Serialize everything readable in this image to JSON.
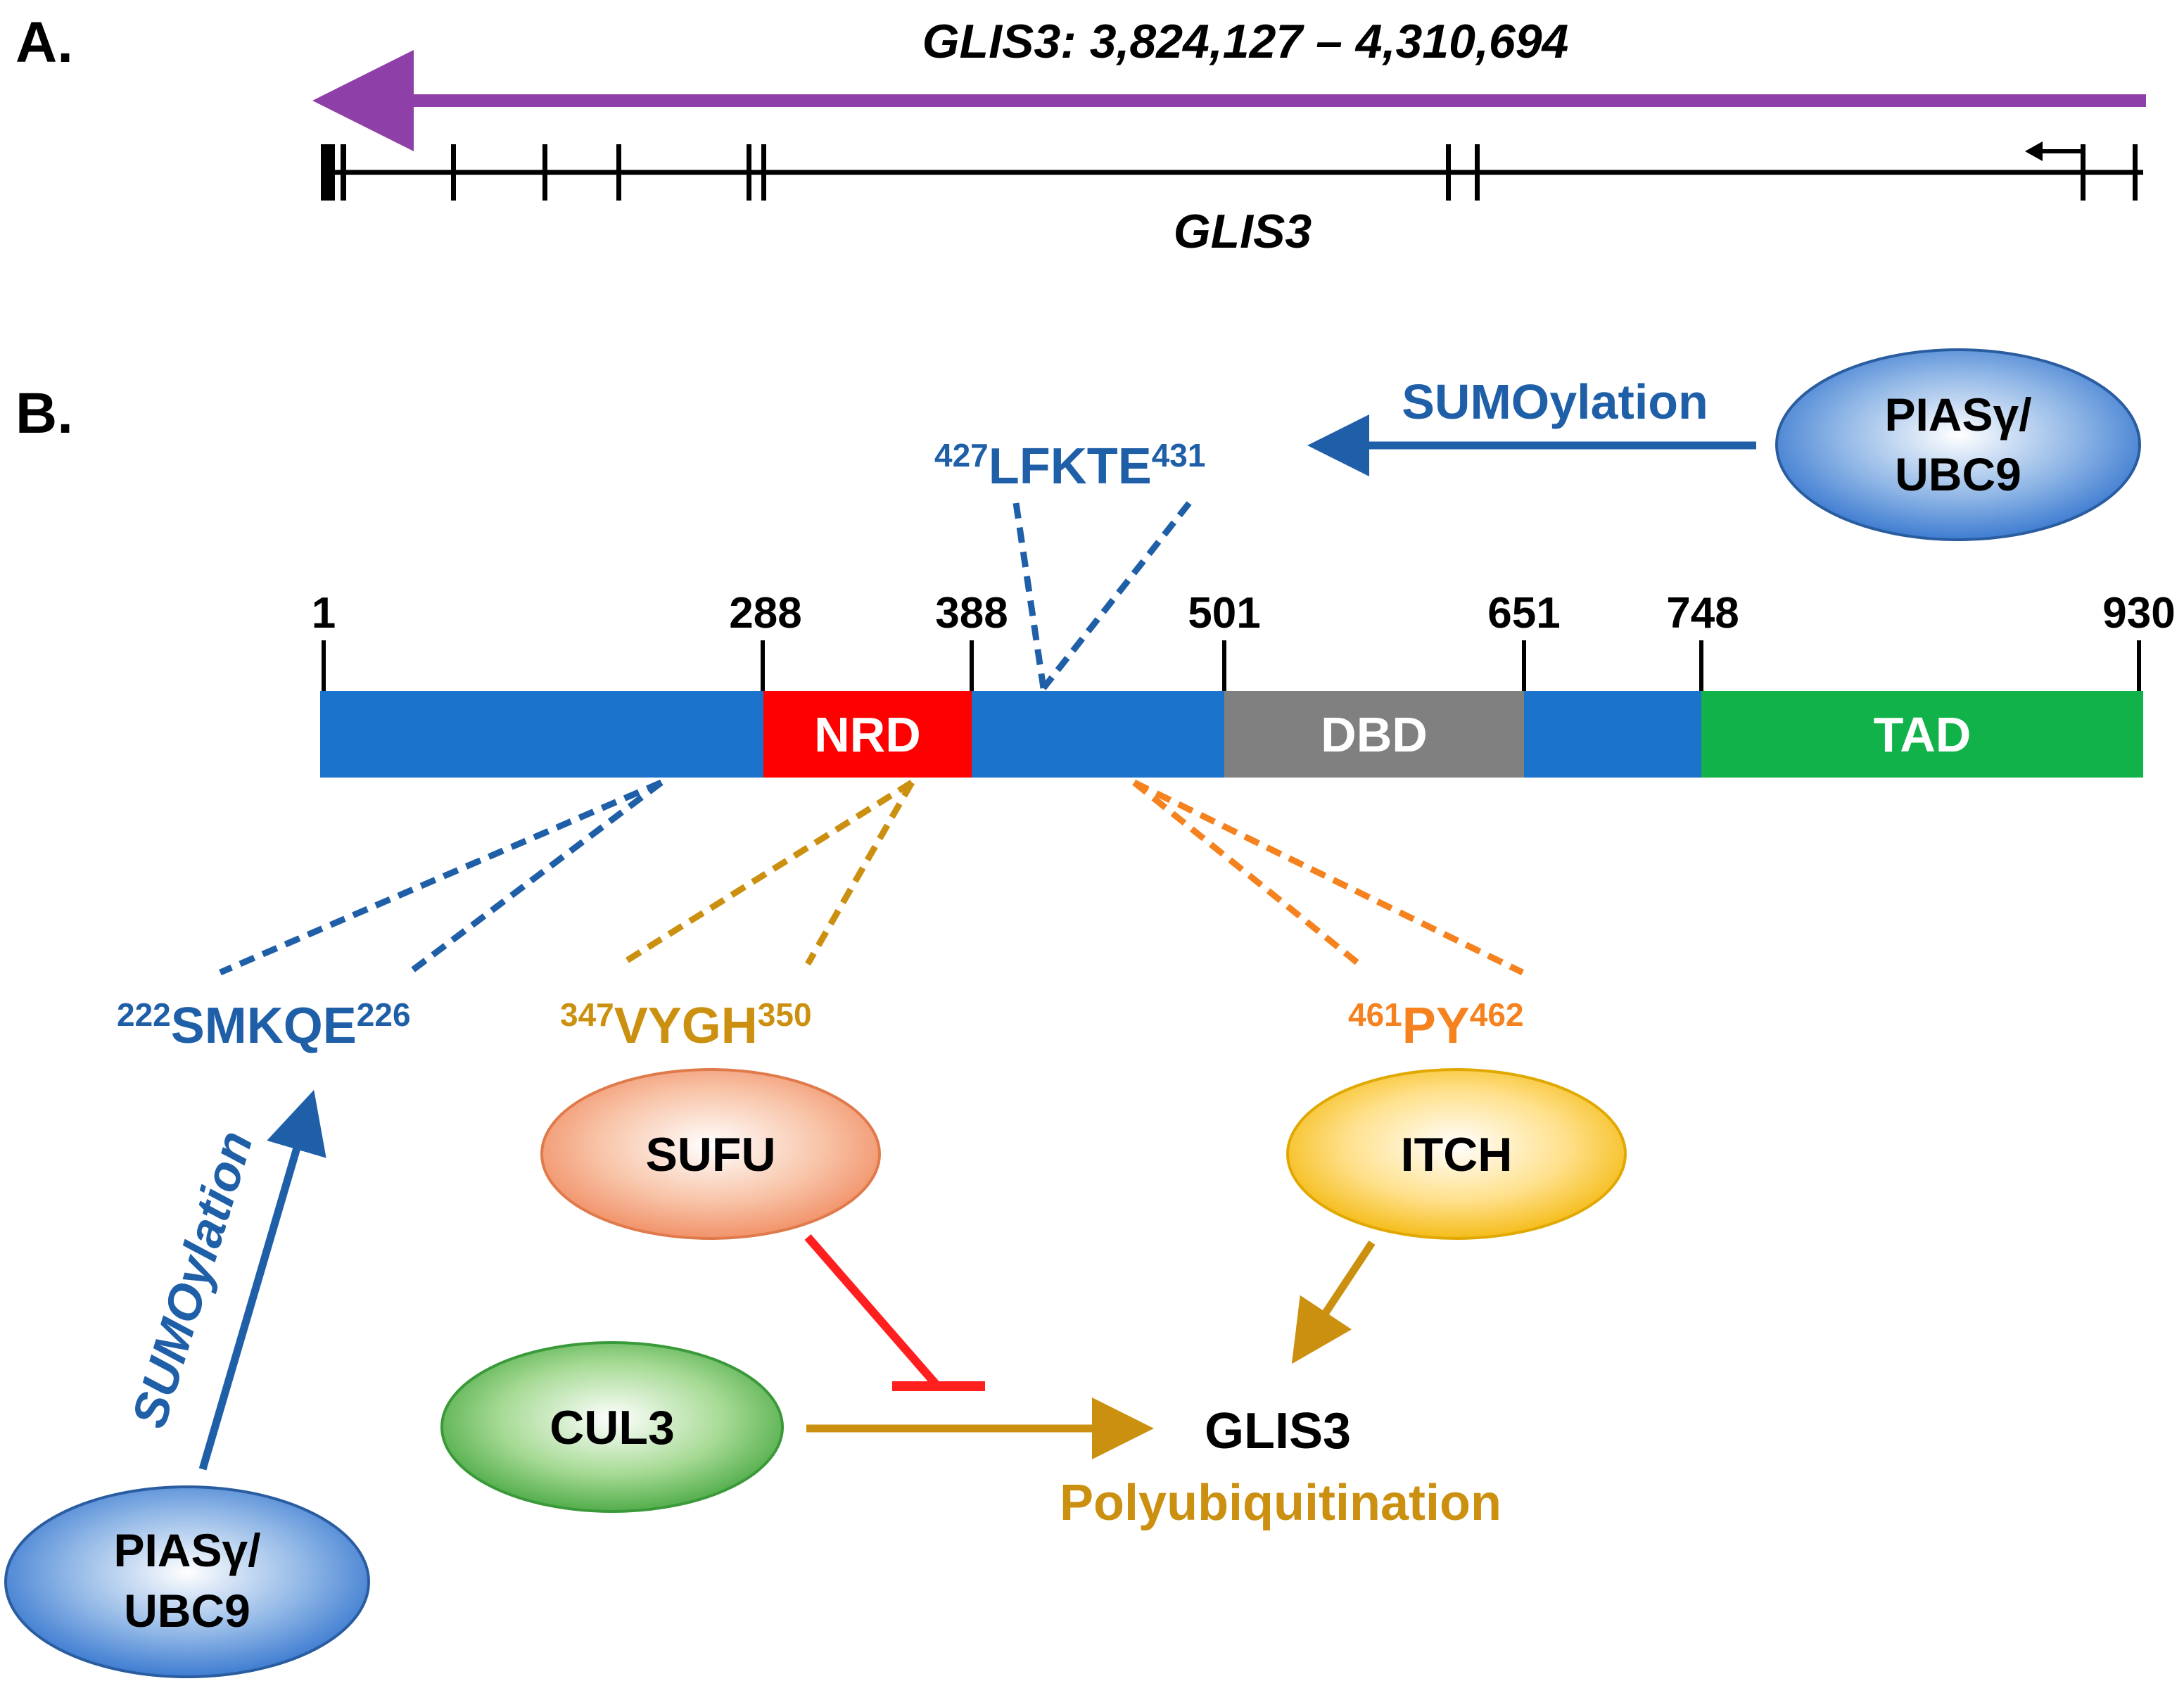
{
  "colors": {
    "purple": "#8E3FA8",
    "blue_text": "#1F5FA8",
    "blue_domain": "#1C73CB",
    "nrd_red": "#FF0000",
    "dbd_gray": "#808080",
    "tad_green": "#12B24A",
    "gold": "#CC9010",
    "orange": "#F5821F",
    "inhibit_red": "#FF1F1F",
    "black": "#000000"
  },
  "panel_a": {
    "label": "A.",
    "title_gene": "GLIS3",
    "title_coords": ": 3,824,127 – 4,310,694",
    "gene_label": "GLIS3"
  },
  "panel_b": {
    "label": "B.",
    "positions": [
      "1",
      "288",
      "388",
      "501",
      "651",
      "748",
      "930"
    ],
    "domains": {
      "nrd": "NRD",
      "dbd": "DBD",
      "tad": "TAD"
    },
    "sites": {
      "lfkte": {
        "start": "427",
        "motif": "LFKTE",
        "end": "431"
      },
      "smkqe": {
        "start": "222",
        "motif": "SMKQE",
        "end": "226"
      },
      "vygh": {
        "start": "347",
        "motif": "VYGH",
        "end": "350"
      },
      "py": {
        "start": "461",
        "motif": "PY",
        "end": "462"
      }
    },
    "sumoylation_top": "SUMOylation",
    "sumoylation_left": "SUMOylation",
    "pias_top": {
      "line1": "PIASγ/",
      "line2": "UBC9"
    },
    "pias_bottom": {
      "line1": "PIASγ/",
      "line2": "UBC9"
    },
    "sufu": "SUFU",
    "itch": "ITCH",
    "cul3": "CUL3",
    "glis3": "GLIS3",
    "polyubiquitination": "Polyubiquitination"
  }
}
